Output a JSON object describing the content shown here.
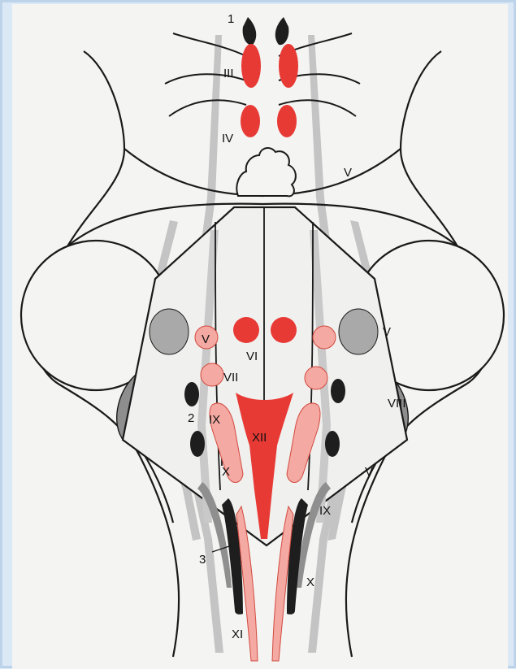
{
  "colors": {
    "background": "#dbe9f6",
    "paper": "#f4f4f2",
    "outline": "#1a1a1a",
    "motor_nucleus": "#e83a35",
    "sensory_nucleus": "#f4a9a3",
    "tract_grey": "#bdbdbd",
    "dark_nucleus": "#1e1e1e"
  },
  "labels": {
    "n1": "1",
    "n2": "2",
    "n3": "3",
    "III": "III",
    "IV": "IV",
    "V_top": "V",
    "V_left": "V",
    "V_right": "V",
    "V_lower": "V",
    "VI": "VI",
    "VII": "VII",
    "VIII": "VIII",
    "IX_left": "IX",
    "IX_right": "IX",
    "X_left": "X",
    "X_right": "X",
    "XI": "XI",
    "XII": "XII"
  }
}
